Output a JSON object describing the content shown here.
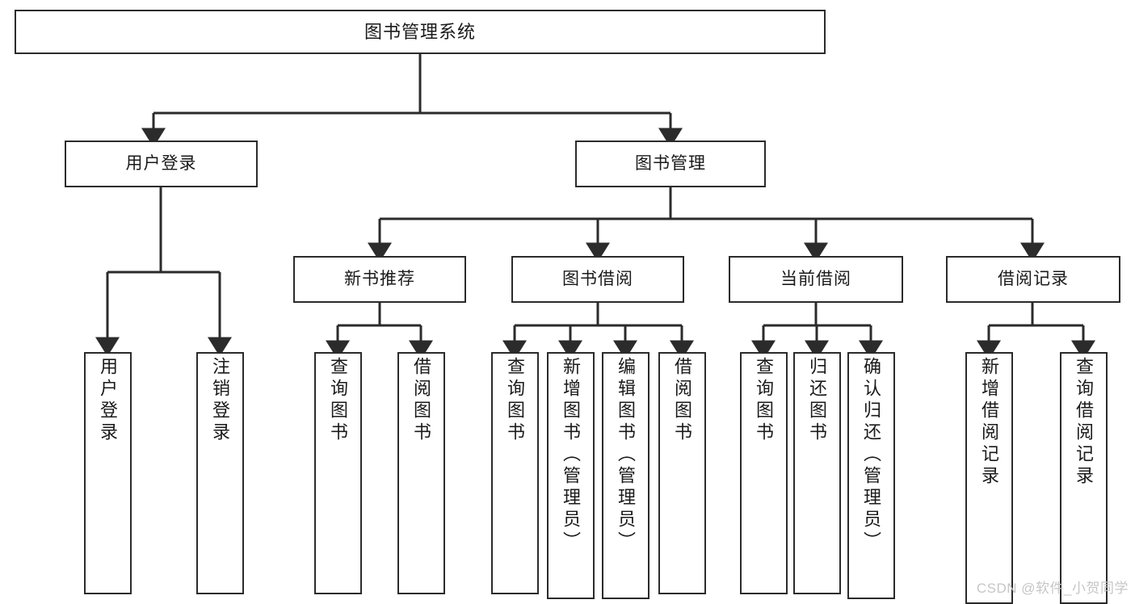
{
  "diagram": {
    "title": "图书管理系统",
    "type": "tree",
    "orientation": "top-down",
    "colors": {
      "box_border": "#2b2b2b",
      "box_fill": "#ffffff",
      "connector": "#2b2b2b",
      "text": "#1a1a1a",
      "watermark": "#c6c6c6"
    },
    "watermark": "CSDN @软件_小贺同学",
    "nodes": {
      "root": {
        "label": "图书管理系统",
        "level": 1
      },
      "level2": [
        {
          "id": "user-login",
          "label": "用户登录"
        },
        {
          "id": "book-manage",
          "label": "图书管理"
        }
      ],
      "level3": [
        {
          "id": "new-book-recommend",
          "label": "新书推荐",
          "parent": "book-manage"
        },
        {
          "id": "book-borrow",
          "label": "图书借阅",
          "parent": "book-manage"
        },
        {
          "id": "current-borrow",
          "label": "当前借阅",
          "parent": "book-manage"
        },
        {
          "id": "borrow-record",
          "label": "借阅记录",
          "parent": "book-manage"
        }
      ],
      "leaves": [
        {
          "id": "leaf-user-login",
          "label": "用户登录",
          "parent": "user-login"
        },
        {
          "id": "leaf-logout",
          "label": "注销登录",
          "parent": "user-login"
        },
        {
          "id": "leaf-query-book-1",
          "label": "查询图书",
          "parent": "new-book-recommend"
        },
        {
          "id": "leaf-borrow-book-1",
          "label": "借阅图书",
          "parent": "new-book-recommend"
        },
        {
          "id": "leaf-query-book-2",
          "label": "查询图书",
          "parent": "book-borrow"
        },
        {
          "id": "leaf-add-book",
          "label": "新增图书（管理员）",
          "parent": "book-borrow"
        },
        {
          "id": "leaf-edit-book",
          "label": "编辑图书（管理员）",
          "parent": "book-borrow"
        },
        {
          "id": "leaf-borrow-book-2",
          "label": "借阅图书",
          "parent": "book-borrow"
        },
        {
          "id": "leaf-query-book-3",
          "label": "查询图书",
          "parent": "current-borrow"
        },
        {
          "id": "leaf-return-book",
          "label": "归还图书",
          "parent": "current-borrow"
        },
        {
          "id": "leaf-confirm-return",
          "label": "确认归还（管理员）",
          "parent": "current-borrow"
        },
        {
          "id": "leaf-add-record",
          "label": "新增借阅记录",
          "parent": "borrow-record"
        },
        {
          "id": "leaf-query-record",
          "label": "查询借阅记录",
          "parent": "borrow-record"
        }
      ]
    }
  }
}
